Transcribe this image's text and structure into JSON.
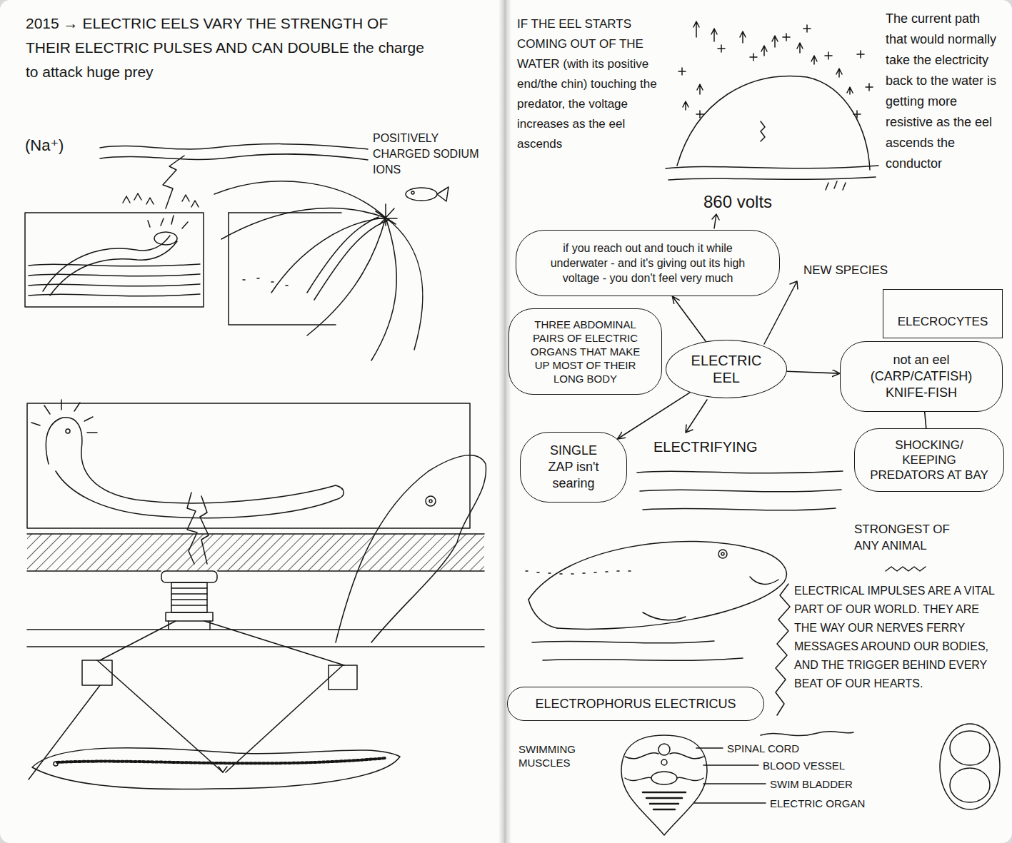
{
  "diagram": {
    "nodes": [
      {
        "text": [
          "if you reach out and touch it while underwater - and it's giving out its high voltage - you don't feel very much"
        ]
      },
      {
        "text": [
          "ELECROCYTES"
        ]
      },
      {
        "text": [
          "THREE ABDOMINAL PAIRS OF ELECTRIC ORGANS THAT MAKE UP MOST OF THEIR LONG BODY"
        ]
      },
      {
        "text": [
          "ELECTRIC EEL"
        ]
      },
      {
        "text": [
          "not an eel (CARP/CATFISH) KNIFE-FISH"
        ]
      },
      {
        "text": [
          "SINGLE ZAP isn't searing"
        ]
      },
      {
        "text": [
          "SHOCKING/ KEEPING PREDATORS AT BAY"
        ]
      },
      {
        "text": [
          "ELECTROPHORUS ELECTRICUS"
        ]
      }
    ],
    "edges": [
      {
        "from": 3,
        "to": 0,
        "arrow": "to"
      },
      {
        "from": 3,
        "to": 5,
        "arrow": "to"
      },
      {
        "from": 3,
        "to": 4,
        "arrow": "to"
      },
      {
        "from": 4,
        "to": 6,
        "arrow": "none"
      }
    ],
    "labels": [
      "2015 → ELECTRIC EELS VARY THE STRENGTH OF THEIR ELECTRIC PULSES AND CAN DOUBLE the charge to attack huge prey",
      "(Na⁺)",
      "POSITIVELY CHARGED SODIUM IONS",
      "IF THE EEL STARTS COMING OUT OF THE WATER (with its positive end/the chin) touching the predator, the voltage increases as the eel ascends",
      "860 volts",
      "The current path that would normally take the electricity back to the water is getting more resistive as the eel ascends the conductor",
      "NEW SPECIES",
      "ELECTRIFYING",
      "STRONGEST OF ANY ANIMAL",
      "ELECTRICAL IMPULSES ARE A VITAL PART OF OUR WORLD. THEY ARE THE WAY OUR NERVES FERRY MESSAGES AROUND OUR BODIES, AND THE TRIGGER BEHIND EVERY BEAT OF OUR HEARTS.",
      "SWIMMING MUSCLES",
      "SPINAL CORD",
      "BLOOD VESSEL",
      "SWIM BLADDER",
      "ELECTRIC ORGAN"
    ]
  }
}
